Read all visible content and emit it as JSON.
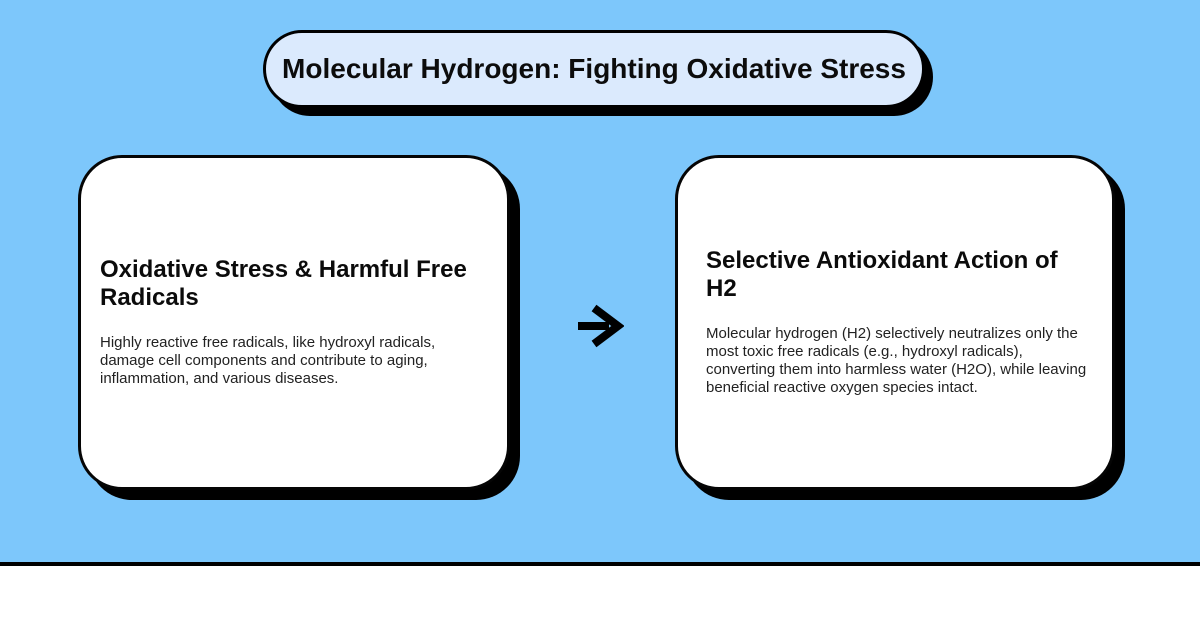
{
  "page": {
    "background_color": "#7DC7FB",
    "divider_color": "#000000",
    "footer_color": "#FFFFFF"
  },
  "title_banner": {
    "text": "Molecular Hydrogen: Fighting Oxidative Stress",
    "fill_color": "#DBEAFD",
    "border_color": "#000000"
  },
  "cards": [
    {
      "heading": "Oxidative Stress & Harmful Free Radicals",
      "body": "Highly reactive free radicals, like hydroxyl radicals, damage cell components and contribute to aging, inflammation, and various diseases."
    },
    {
      "heading": "Selective Antioxidant Action of H2",
      "body": "Molecular hydrogen (H2) selectively neutralizes only the most toxic free radicals (e.g., hydroxyl radicals), converting them into harmless water (H2O), while leaving beneficial reactive oxygen species intact."
    }
  ],
  "connector": {
    "icon": "arrow-right-icon",
    "color": "#000000"
  }
}
